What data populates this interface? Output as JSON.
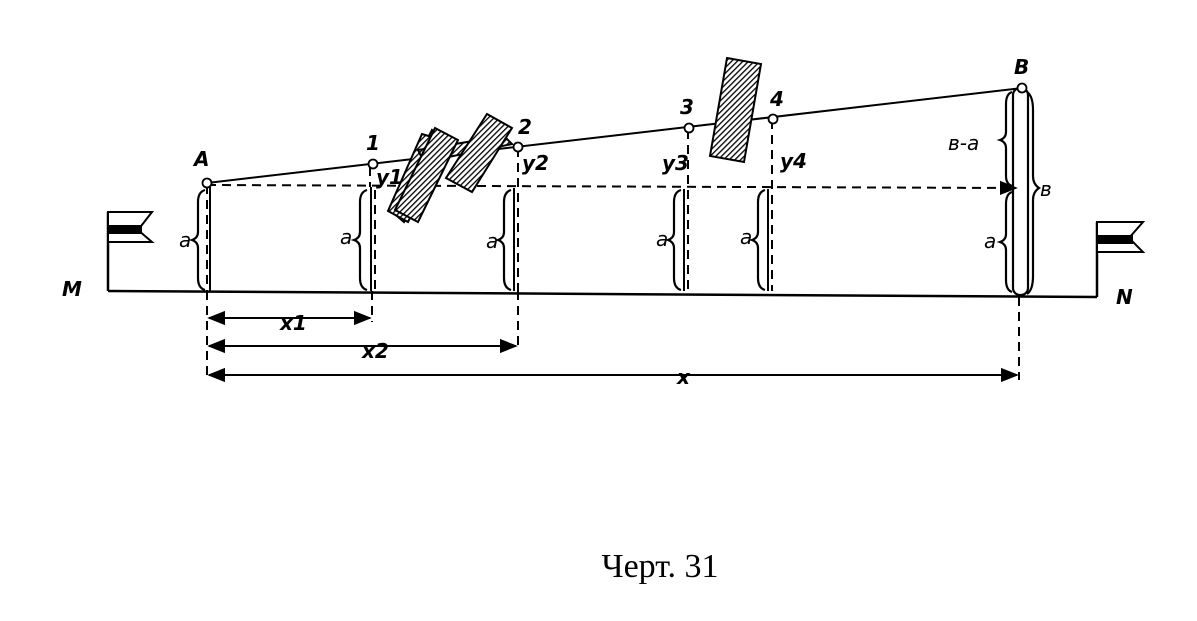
{
  "points": {
    "A": "A",
    "B": "B",
    "p1": "1",
    "p2": "2",
    "p3": "3",
    "p4": "4"
  },
  "ground": {
    "left_label": "M",
    "right_label": "N"
  },
  "heights": {
    "a": "a",
    "b": "в",
    "b_minus_a": "в-a"
  },
  "offsets": {
    "y1": "y1",
    "y2": "y2",
    "y3": "y3",
    "y4": "y4"
  },
  "distances": {
    "x1": "x1",
    "x2": "x2",
    "x": "x"
  },
  "caption": "Черт. 31"
}
